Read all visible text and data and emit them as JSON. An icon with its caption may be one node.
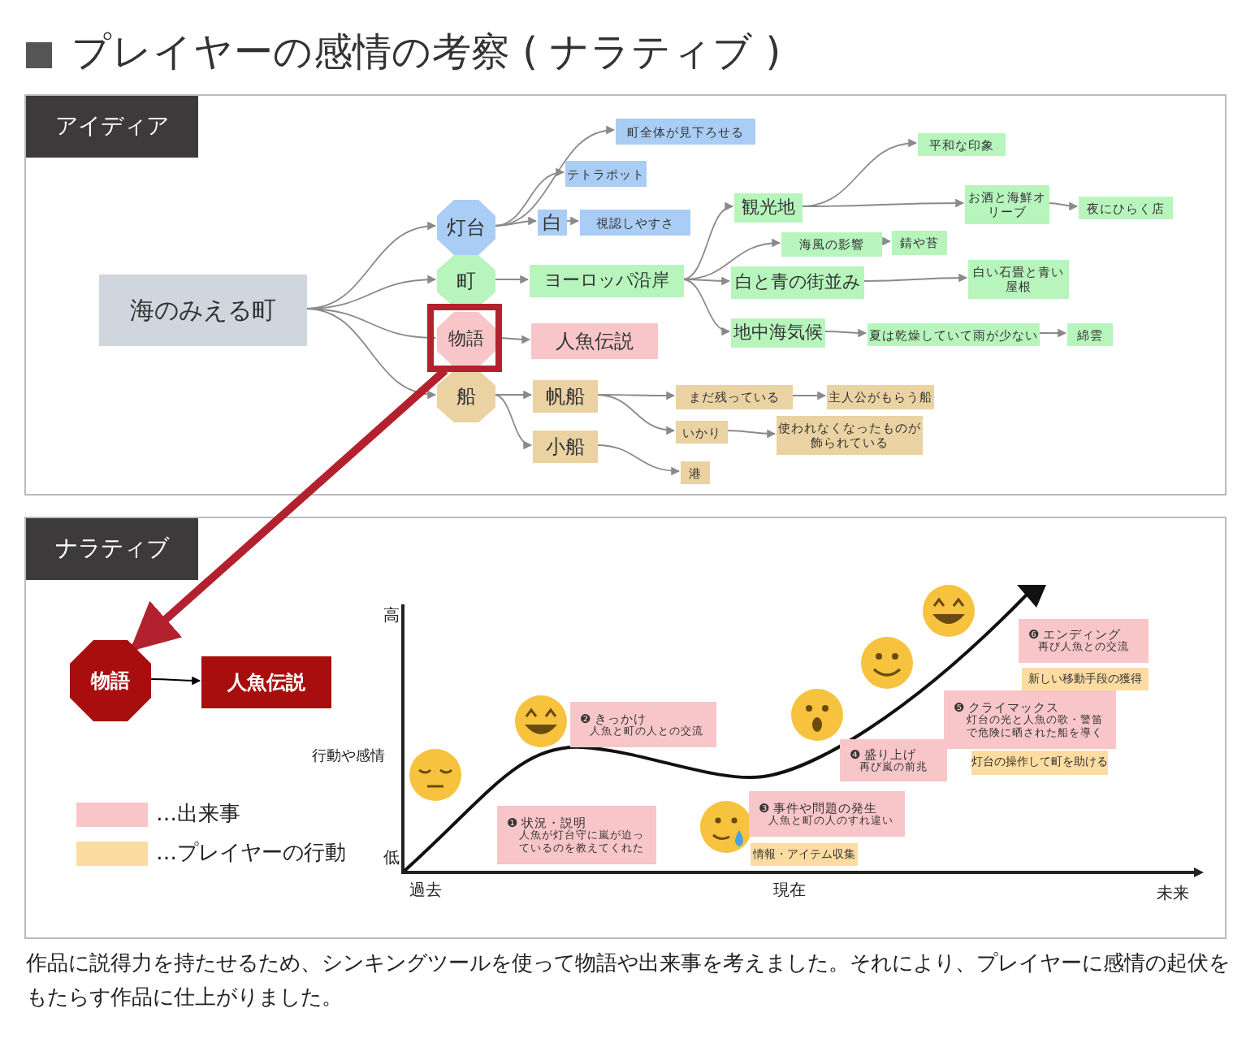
{
  "diagram": {
    "title": "プレイヤーの感情の考察 ( ナラティブ )",
    "caption": "作品に説得力を持たせるため、シンキングツールを使って物語や出来事を考えました。それにより、プレイヤーに感情の起伏をもたらす作品に仕上がりました。",
    "nodes": [
      {
        "text": [
          "アイディア"
        ]
      },
      {
        "text": [
          "海のみえる町"
        ],
        "in": 0
      },
      {
        "text": [
          "灯台"
        ],
        "in": 0
      },
      {
        "text": [
          "町"
        ],
        "in": 0
      },
      {
        "text": [
          "物語"
        ],
        "in": 0
      },
      {
        "text": [
          "船"
        ],
        "in": 0
      },
      {
        "text": [
          "町全体が見下ろせる"
        ],
        "in": 0
      },
      {
        "text": [
          "テトラポット"
        ],
        "in": 0
      },
      {
        "text": [
          "白"
        ],
        "in": 0
      },
      {
        "text": [
          "視認しやすさ"
        ],
        "in": 0
      },
      {
        "text": [
          "ヨーロッパ沿岸"
        ],
        "in": 0
      },
      {
        "text": [
          "人魚伝説"
        ],
        "in": 0
      },
      {
        "text": [
          "帆船"
        ],
        "in": 0
      },
      {
        "text": [
          "小船"
        ],
        "in": 0
      },
      {
        "text": [
          "観光地"
        ],
        "in": 0
      },
      {
        "text": [
          "平和な印象"
        ],
        "in": 0
      },
      {
        "text": [
          "お酒と海鮮オリーブ"
        ],
        "in": 0
      },
      {
        "text": [
          "夜にひらく店"
        ],
        "in": 0
      },
      {
        "text": [
          "海風の影響"
        ],
        "in": 0
      },
      {
        "text": [
          "錆や苔"
        ],
        "in": 0
      },
      {
        "text": [
          "白と青の街並み"
        ],
        "in": 0
      },
      {
        "text": [
          "白い石畳と青い屋根"
        ],
        "in": 0
      },
      {
        "text": [
          "地中海気候"
        ],
        "in": 0
      },
      {
        "text": [
          "夏は乾燥していて雨が少ない"
        ],
        "in": 0
      },
      {
        "text": [
          "綿雲"
        ],
        "in": 0
      },
      {
        "text": [
          "まだ残っている"
        ],
        "in": 0
      },
      {
        "text": [
          "主人公がもらう船"
        ],
        "in": 0
      },
      {
        "text": [
          "いかり"
        ],
        "in": 0
      },
      {
        "text": [
          "使われなくなったものが飾られている"
        ],
        "in": 0
      },
      {
        "text": [
          "港"
        ],
        "in": 0
      },
      {
        "text": [
          "ナラティブ"
        ]
      },
      {
        "text": [
          "物語"
        ],
        "in": 30
      },
      {
        "text": [
          "人魚伝説"
        ],
        "in": 30
      },
      {
        "text": [
          "❶ 状況・説明",
          "人魚が灯台守に嵐が迫っているのを教えてくれた"
        ],
        "in": 30
      },
      {
        "text": [
          "❷ きっかけ",
          "人魚と町の人との交流"
        ],
        "in": 30
      },
      {
        "text": [
          "❸ 事件や問題の発生",
          "人魚と町の人のすれ違い"
        ],
        "in": 30
      },
      {
        "text": [
          "❹ 盛り上げ",
          "再び嵐の前兆"
        ],
        "in": 30
      },
      {
        "text": [
          "❺ クライマックス",
          "灯台の光と人魚の歌・警笛で危険に晒された船を導く"
        ],
        "in": 30
      },
      {
        "text": [
          "❻ エンディング",
          "再び人魚との交流"
        ],
        "in": 30
      },
      {
        "text": [
          "情報・アイテム収集"
        ],
        "in": 30
      },
      {
        "text": [
          "灯台の操作して町を助ける"
        ],
        "in": 30
      },
      {
        "text": [
          "新しい移動手段の獲得"
        ],
        "in": 30
      }
    ],
    "edges": [
      {
        "from": 1,
        "to": 2,
        "arrow": "to"
      },
      {
        "from": 1,
        "to": 3,
        "arrow": "to"
      },
      {
        "from": 1,
        "to": 4,
        "arrow": "to"
      },
      {
        "from": 1,
        "to": 5,
        "arrow": "to"
      },
      {
        "from": 2,
        "to": 6,
        "arrow": "to"
      },
      {
        "from": 2,
        "to": 7,
        "arrow": "to"
      },
      {
        "from": 2,
        "to": 8,
        "arrow": "to"
      },
      {
        "from": 8,
        "to": 9,
        "arrow": "to"
      },
      {
        "from": 3,
        "to": 10,
        "arrow": "to"
      },
      {
        "from": 10,
        "to": 14,
        "arrow": "to"
      },
      {
        "from": 10,
        "to": 18,
        "arrow": "to"
      },
      {
        "from": 10,
        "to": 20,
        "arrow": "to"
      },
      {
        "from": 10,
        "to": 22,
        "arrow": "to"
      },
      {
        "from": 14,
        "to": 15,
        "arrow": "to"
      },
      {
        "from": 14,
        "to": 16,
        "arrow": "to"
      },
      {
        "from": 16,
        "to": 17,
        "arrow": "to"
      },
      {
        "from": 18,
        "to": 19,
        "arrow": "to"
      },
      {
        "from": 20,
        "to": 21,
        "arrow": "to"
      },
      {
        "from": 22,
        "to": 23,
        "arrow": "to"
      },
      {
        "from": 23,
        "to": 24,
        "arrow": "to"
      },
      {
        "from": 4,
        "to": 11,
        "arrow": "to"
      },
      {
        "from": 5,
        "to": 12,
        "arrow": "to"
      },
      {
        "from": 5,
        "to": 13,
        "arrow": "to"
      },
      {
        "from": 12,
        "to": 25,
        "arrow": "to"
      },
      {
        "from": 12,
        "to": 27,
        "arrow": "to"
      },
      {
        "from": 25,
        "to": 26,
        "arrow": "to"
      },
      {
        "from": 27,
        "to": 28,
        "arrow": "to"
      },
      {
        "from": 13,
        "to": 29,
        "arrow": "to"
      },
      {
        "from": 4,
        "to": 31,
        "arrow": "to",
        "style": "thick",
        "color": "#b3212e"
      },
      {
        "from": 31,
        "to": 32,
        "arrow": "to",
        "color": "#000000"
      }
    ],
    "labels": [
      "高",
      "行動や感情",
      "低",
      "過去",
      "現在",
      "未来"
    ],
    "legend": [
      {
        "text": "…出来事",
        "color": "#f8c6c8"
      },
      {
        "text": "…プレイヤーの行動",
        "color": "#fddca2"
      }
    ]
  }
}
